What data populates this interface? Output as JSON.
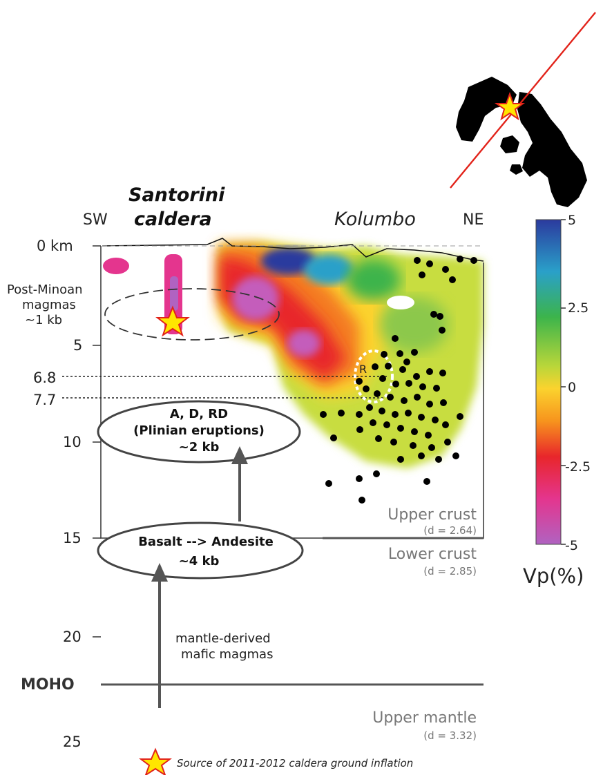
{
  "figure": {
    "side_left": "SW",
    "side_right": "NE",
    "caldera_title_line1": "Santorini",
    "caldera_title_line2": "caldera",
    "kolumbo": "Kolumbo",
    "depth_top": "0 km",
    "depth_labels": [
      "5",
      "10",
      "15",
      "20",
      "25"
    ],
    "depth_marker_1": "6.8",
    "depth_marker_2": "7.7",
    "moho": "MOHO",
    "post_minoan_line1": "Post-Minoan",
    "post_minoan_line2": "magmas",
    "post_minoan_line3": "~1 kb",
    "plinian_line1": "A, D, RD",
    "plinian_line2": "(Plinian eruptions)",
    "plinian_line3": "~2 kb",
    "basalt_line1": "Basalt --> Andesite",
    "basalt_line2": "~4 kb",
    "mantle_line1": "mantle-derived",
    "mantle_line2": "mafic magmas",
    "upper_crust": "Upper crust",
    "upper_crust_d": "(d = 2.64)",
    "lower_crust": "Lower crust",
    "lower_crust_d": "(d = 2.85)",
    "upper_mantle": "Upper mantle",
    "upper_mantle_d": "(d = 3.32)",
    "reservoir_label": "R",
    "legend_caption": "Source of 2011-2012 caldera ground inflation"
  },
  "colorbar": {
    "title": "Vp(%)",
    "ticks": [
      "5",
      "2.5",
      "0",
      "-2.5",
      "-5"
    ]
  },
  "colors": {
    "star_fill": "#ffe600",
    "star_stroke": "#e2231a",
    "profile_line": "#e2231a"
  }
}
